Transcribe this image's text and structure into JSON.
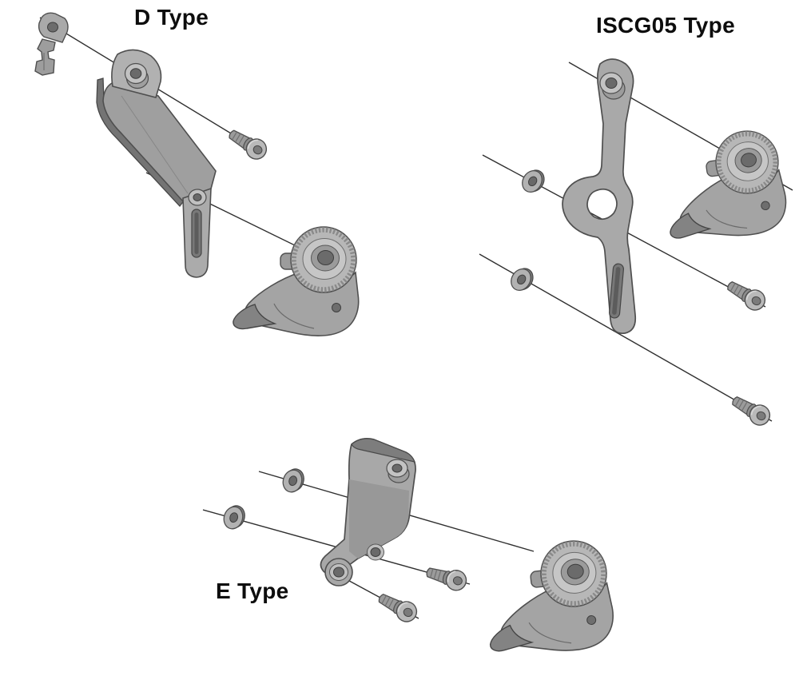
{
  "diagram": {
    "type": "exploded-parts-diagram",
    "sections": [
      {
        "id": "d-type",
        "label": "D Type"
      },
      {
        "id": "iscg05-type",
        "label": "ISCG05 Type"
      },
      {
        "id": "e-type",
        "label": "E Type"
      }
    ]
  },
  "colors": {
    "background": "#ffffff",
    "text": "#0d0d0d",
    "outline": "#4f4f4f",
    "part_light": "#c4c4c4",
    "part_mid": "#a8a8a8",
    "part_dark": "#6e6e6e",
    "axis_line": "#2f2f2f"
  }
}
